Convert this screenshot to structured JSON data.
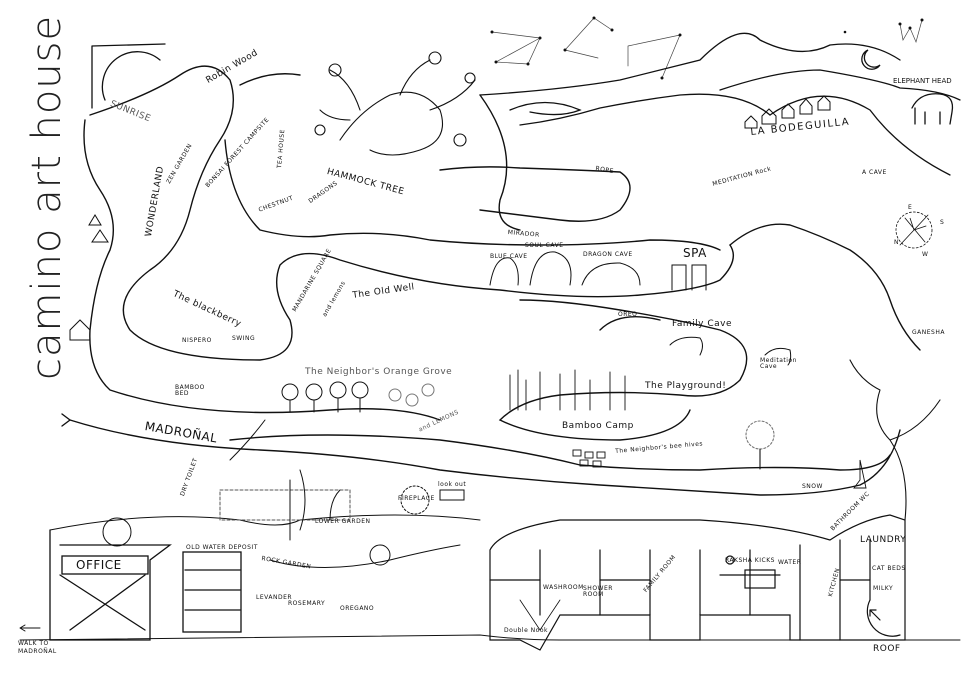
{
  "title": "camino art house",
  "labels": {
    "sunrise": "SUNRISE",
    "zen_garden": "ZEN GARDEN",
    "wonderland": "WONDERLAND",
    "robin_wood": "Robin Wood",
    "bonsai": "BONSAI FOREST CAMPSITE",
    "tea_house": "TEA HOUSE",
    "chestnut": "CHESTNUT",
    "dragons": "DRAGONS",
    "hammock_tree": "HAMMOCK TREE",
    "rope": "ROPE",
    "mirador": "MIRADOR",
    "soul_cave": "SOUL CAVE",
    "blue_cave": "BLUE CAVE",
    "dragon_cave": "DRAGON CAVE",
    "spa": "SPA",
    "meditation_rock": "MEDITATION Rock",
    "la_bodeguilla": "LA BODEGUILLA",
    "elephant_head": "ELEPHANT HEAD",
    "a_cave": "A CAVE",
    "compass_n": "N",
    "compass_s": "S",
    "compass_e": "E",
    "compass_w": "W",
    "ganesha": "GANESHA",
    "oreo": "OREO",
    "family_cave": "Family Cave",
    "meditation_cave": "Meditation Cave",
    "playground": "The Playground!",
    "bamboo_camp": "Bamboo Camp",
    "bee_hives": "The Neighbor's bee hives",
    "blackberry": "The blackberry",
    "mandarine_square": "MANDARINE SQUARE",
    "and_lemons_1": "and lemons",
    "old_well": "The Old Well",
    "nispero": "NISPERO",
    "swing": "SWING",
    "bamboo_bed": "BAMBOO BED",
    "orange_grove": "The Neighbor's Orange Grove",
    "and_lemons_2": "and LEMONS",
    "madronal": "MADROÑAL",
    "office": "OFFICE",
    "old_water_deposit": "OLD WATER DEPOSIT",
    "rock_garden": "ROCK GARDEN",
    "lower_garden": "LOWER GARDEN",
    "fireplace": "FIREPLACE",
    "lavender": "LEVANDER",
    "rosemary": "ROSEMARY",
    "oregano": "OREGANO",
    "walk_to_madronal": "WALK TO MADROÑAL",
    "double_nook": "Double Nook",
    "washroom": "WASHROOM",
    "shower_room": "SHOWER ROOM",
    "family_room": "FAMILY ROOM",
    "raksha_kicks": "RAKSHA KICKS",
    "water": "WATER",
    "bathroom_wc": "BATHROOM WC",
    "laundry": "LAUNDRY",
    "kitchen": "KITCHEN",
    "cat_beds": "CAT BEDS",
    "milky": "MILKY",
    "snow": "SNOW",
    "roof": "ROOF",
    "dry_toilet": "DRY TOILET",
    "lookout": "look out"
  }
}
